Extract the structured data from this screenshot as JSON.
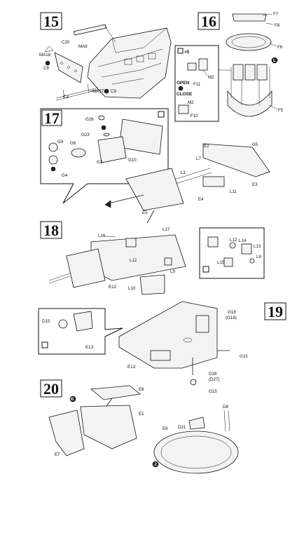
{
  "steps": {
    "s15": {
      "number": "15"
    },
    "s16": {
      "number": "16"
    },
    "s17": {
      "number": "17"
    },
    "s18": {
      "number": "18"
    },
    "s19": {
      "number": "19"
    },
    "s20": {
      "number": "20"
    }
  },
  "labels": {
    "c20": "C20",
    "ma8": "MA8",
    "ma18": "MA18",
    "c8": "C8",
    "c3": "C3",
    "ma17": "MA17",
    "c9": "C9",
    "f7": "F7",
    "f8": "F8",
    "f6": "F6",
    "f5": "F5",
    "m2a": "M2",
    "f11": "F11",
    "open": "OPEN",
    "close": "CLOSE",
    "m2b": "M2",
    "f10": "F10",
    "x5": "×5",
    "g26": "G26",
    "g23": "G23",
    "g9": "G9",
    "g6": "G6",
    "g2": "G2",
    "g10": "G10",
    "g4": "G4",
    "e2": "E2",
    "g5": "G5",
    "l7": "L7",
    "l1": "L1",
    "e3": "E3",
    "l11": "L11",
    "e4": "E4",
    "e5": "E5",
    "l16": "L16",
    "l17": "L17",
    "l12": "L12",
    "l9": "L9",
    "e12": "E12",
    "l10": "L10",
    "l12b": "L12",
    "l14": "L14",
    "l13": "L13",
    "l15": "L15",
    "l8": "L8",
    "d15": "D15",
    "e13a": "E13",
    "g18": "G18",
    "g18p": "(G18)",
    "g15a": "G15",
    "e13b": "E13",
    "d28": "D28",
    "d27": "(D27)",
    "g15b": "G15",
    "e8": "E8",
    "e1": "E1",
    "e7": "E7",
    "d8": "D8",
    "e6": "E6",
    "d21": "D21"
  },
  "markers": {
    "l": "L",
    "k": "K",
    "j": "J"
  }
}
